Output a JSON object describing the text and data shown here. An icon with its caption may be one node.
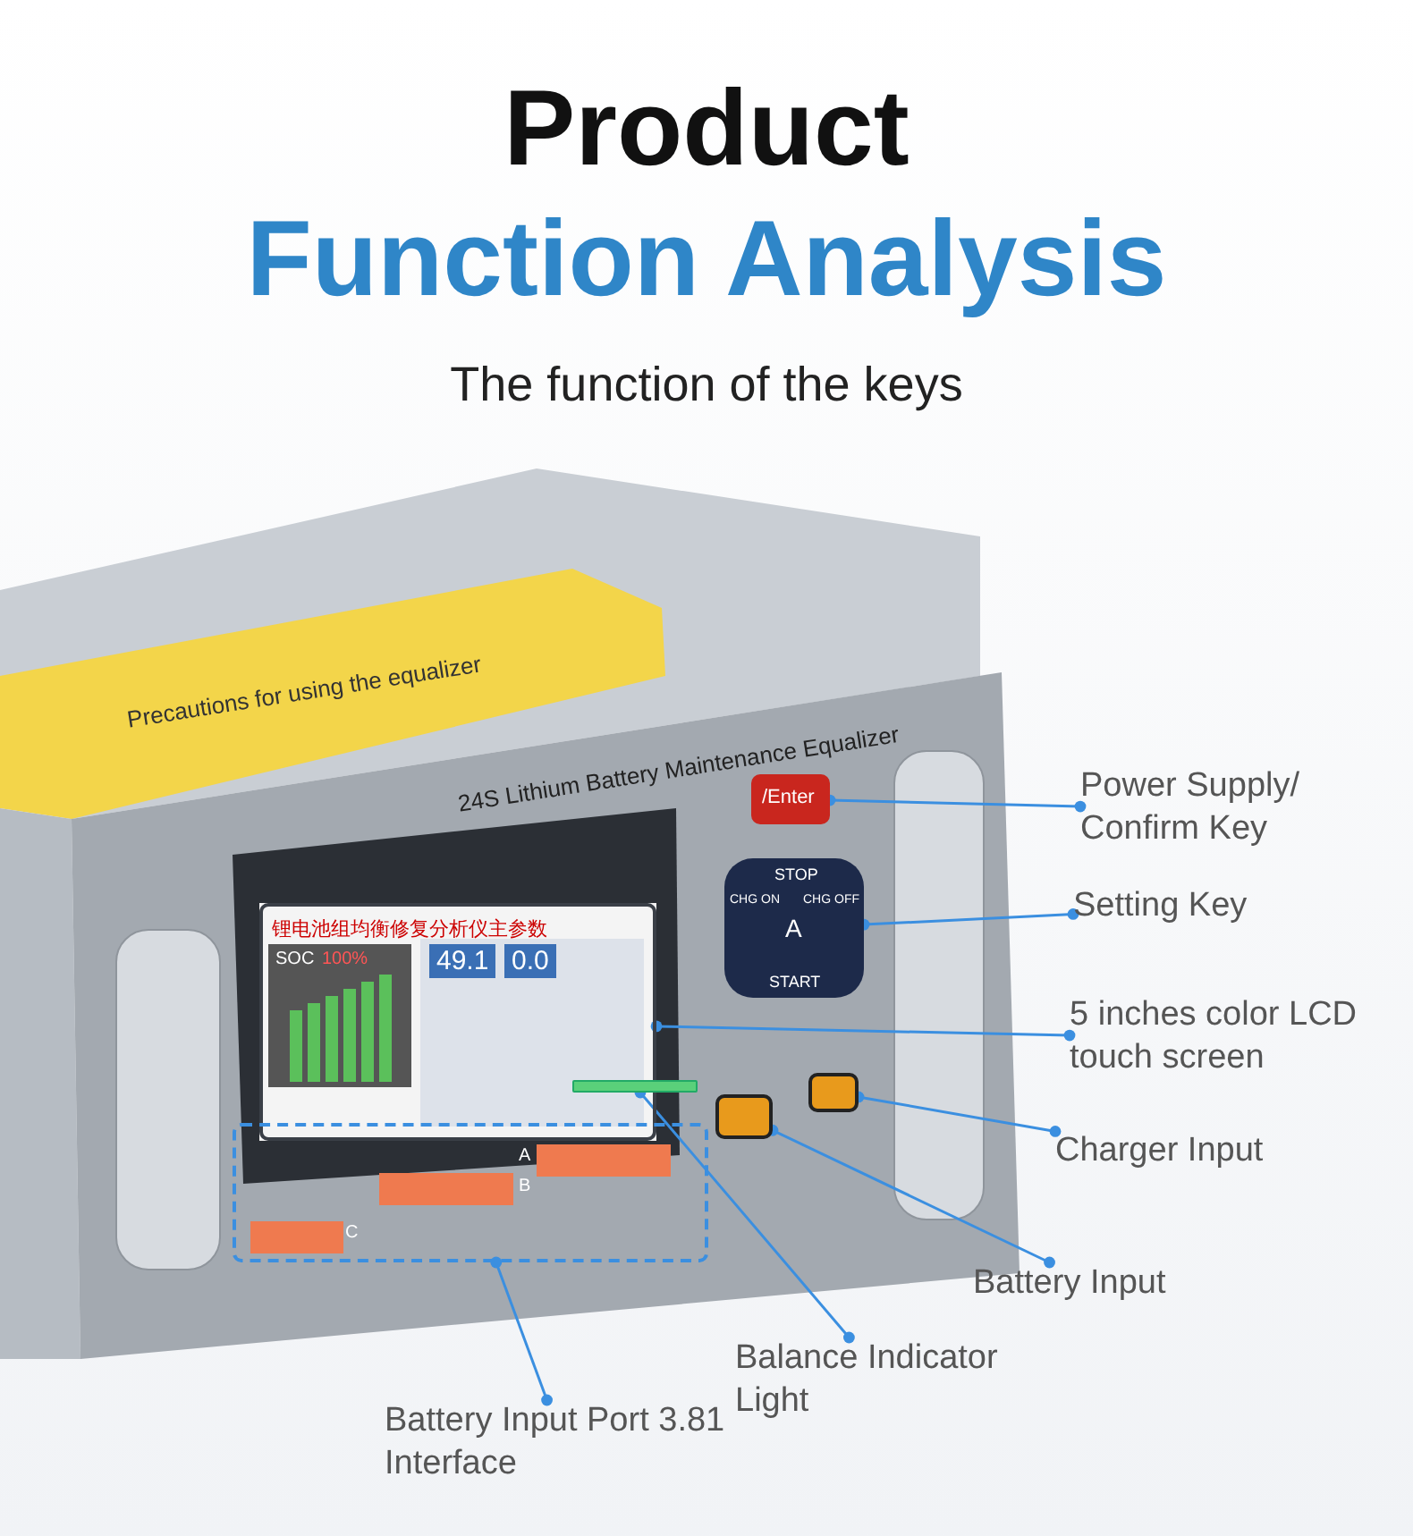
{
  "diagram": {
    "title": "Product Function Analysis",
    "nodes": [
      {
        "text": [
          "Power Supply/ Confirm Key"
        ]
      },
      {
        "text": [
          "Setting Key"
        ]
      },
      {
        "text": [
          "5 inches color LCD touch screen"
        ]
      },
      {
        "text": [
          "Charger Input"
        ]
      },
      {
        "text": [
          "Battery Input"
        ]
      },
      {
        "text": [
          "Balance Indicator Light"
        ]
      },
      {
        "text": [
          "Battery Input Port 3.81 Interface"
        ]
      },
      {
        "text": [],
        "shape": "box"
      },
      {
        "text": [],
        "shape": "box"
      },
      {
        "text": [],
        "shape": "box"
      },
      {
        "text": [],
        "shape": "box"
      },
      {
        "text": [],
        "shape": "box"
      },
      {
        "text": [],
        "shape": "bar"
      },
      {
        "text": [],
        "shape": "box"
      }
    ],
    "edges": [
      {
        "from": 0,
        "to": 7,
        "arrow": "other"
      },
      {
        "from": 1,
        "to": 8,
        "arrow": "other"
      },
      {
        "from": 2,
        "to": 9,
        "arrow": "other"
      },
      {
        "from": 3,
        "to": 10,
        "arrow": "other"
      },
      {
        "from": 4,
        "to": 11,
        "arrow": "other"
      },
      {
        "from": 5,
        "to": 12,
        "arrow": "other"
      },
      {
        "from": 6,
        "to": 13,
        "arrow": "other"
      }
    ],
    "labels": [
      "The function of the keys",
      "Precautions for using the equalizer",
      "24S Lithium Battery Maintenance Equalizer",
      "锂电池组均衡修复分析仪主参数",
      "SOC",
      "100%",
      "49.1",
      "0.0",
      "/Enter",
      "STOP",
      "START",
      "CHG ON",
      "CHG OFF",
      "A",
      "A",
      "B",
      "C"
    ]
  }
}
